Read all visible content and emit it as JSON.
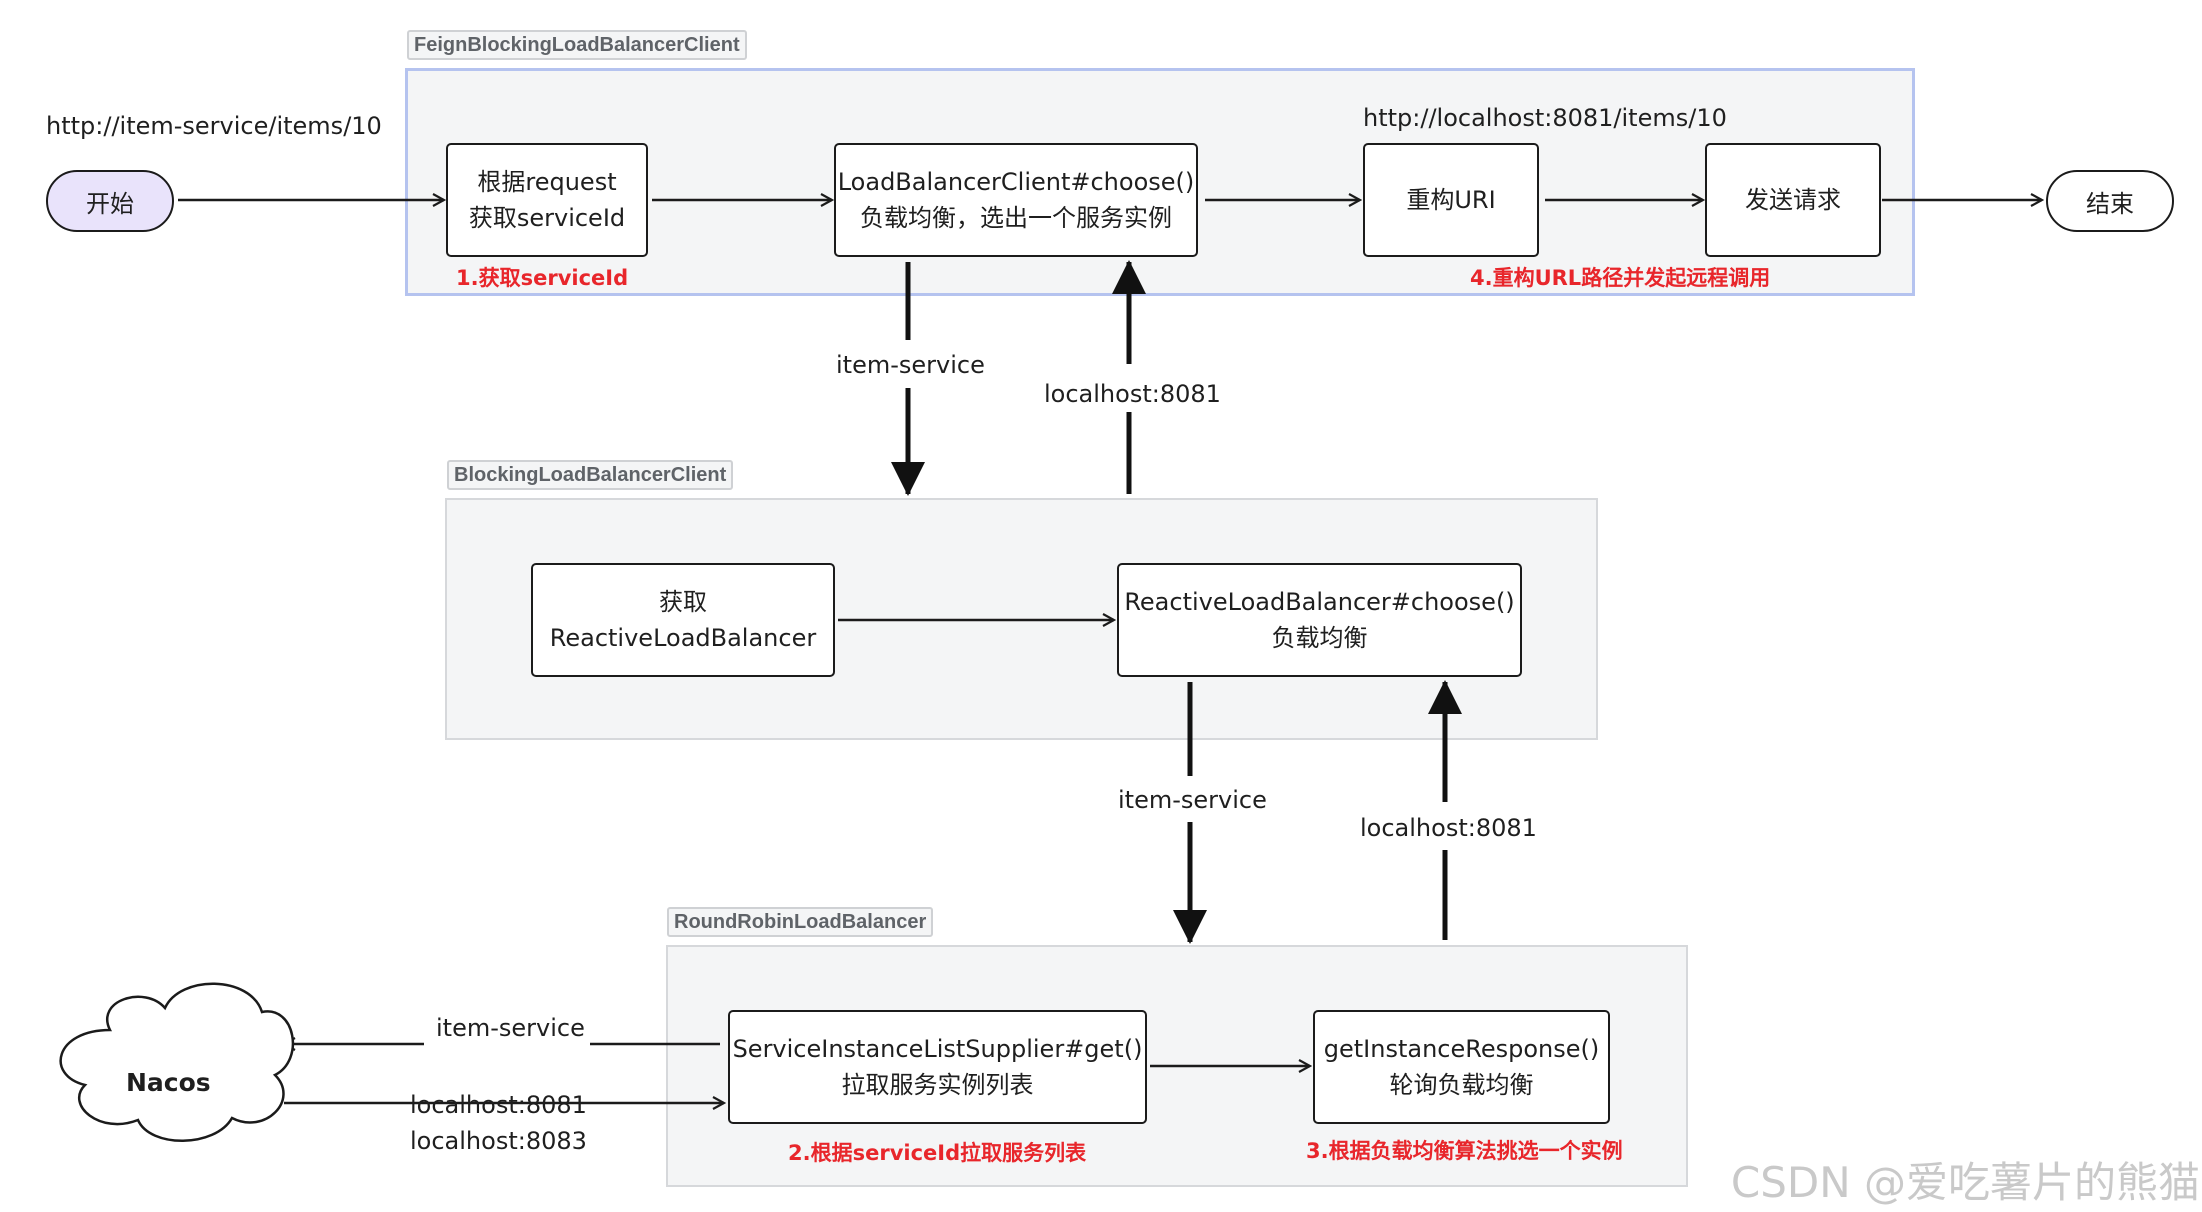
{
  "groups": {
    "feign": "FeignBlockingLoadBalancerClient",
    "blocking": "BlockingLoadBalancerClient",
    "roundrobin": "RoundRobinLoadBalancer"
  },
  "terminals": {
    "start": "开始",
    "end": "结束"
  },
  "nodes": {
    "get_service_id": [
      "根据request",
      "获取serviceId"
    ],
    "lb_choose": [
      "LoadBalancerClient#choose()",
      "负载均衡，选出一个服务实例"
    ],
    "rebuild_uri": "重构URI",
    "send_request": "发送请求",
    "get_reactive_lb": [
      "获取",
      "ReactiveLoadBalancer"
    ],
    "reactive_choose": [
      "ReactiveLoadBalancer#choose()",
      "负载均衡"
    ],
    "supplier_get": [
      "ServiceInstanceListSupplier#get()",
      "拉取服务实例列表"
    ],
    "get_instance_response": [
      "getInstanceResponse()",
      "轮询负载均衡"
    ]
  },
  "registry": "Nacos",
  "edge_labels": {
    "input_url": "http://item-service/items/10",
    "output_url": "http://localhost:8081/items/10",
    "down_service_1": "item-service",
    "up_host_1": "localhost:8081",
    "down_service_2": "item-service",
    "up_host_2": "localhost:8081",
    "nacos_request": "item-service",
    "nacos_response_1": "localhost:8081",
    "nacos_response_2": "localhost:8083"
  },
  "notes": {
    "step1": "1.获取serviceId",
    "step2": "2.根据serviceId拉取服务列表",
    "step3": "3.根据负载均衡算法挑选一个实例",
    "step4": "4.重构URL路径并发起远程调用"
  },
  "watermark": "CSDN @爱吃薯片的熊猫",
  "colors": {
    "note_red": "#e8262b",
    "start_fill": "#e9e3fb",
    "group_fill": "#f4f5f6",
    "feign_border": "#b5c3ef"
  }
}
